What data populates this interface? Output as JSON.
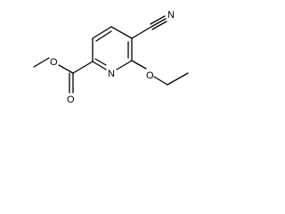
{
  "structure": {
    "atom_labels": {
      "ring_nitrogen": "N",
      "cyano_nitrogen": "N",
      "ester_carbonyl_oxygen": "O",
      "ester_ether_oxygen": "O",
      "ethoxy_oxygen": "O"
    },
    "colors": {
      "bond": "#000000",
      "label": "#000000",
      "background": "#ffffff"
    }
  }
}
